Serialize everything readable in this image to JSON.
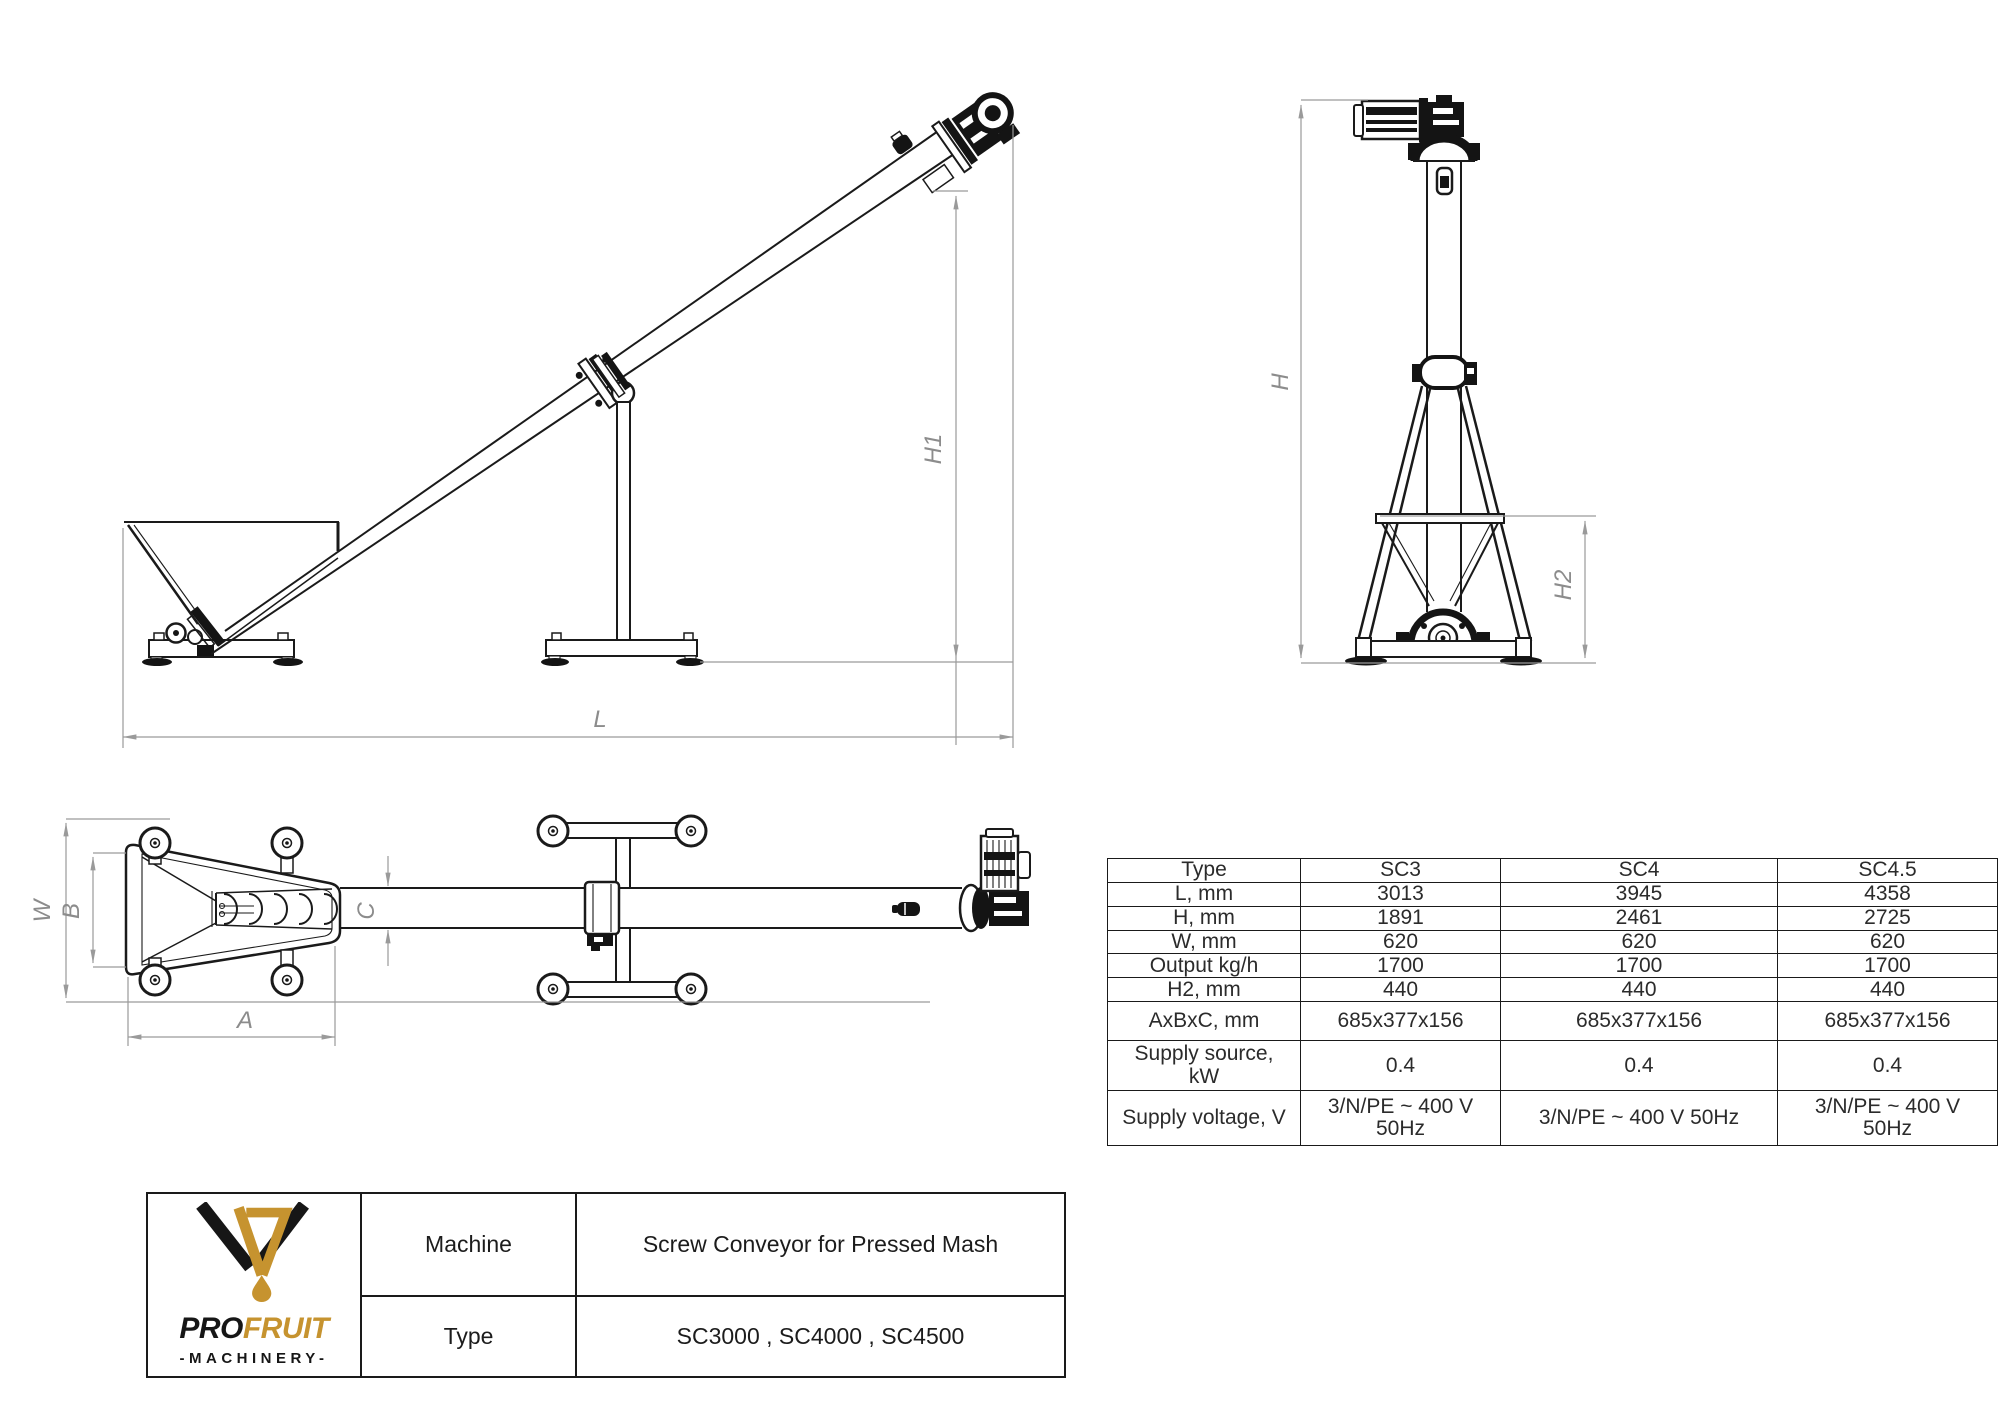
{
  "dims": {
    "L": "L",
    "H1": "H1",
    "H": "H",
    "H2": "H2",
    "W": "W",
    "B": "B",
    "C": "C",
    "A": "A"
  },
  "spec_table": {
    "header": {
      "label": "Type",
      "models": [
        "SC3",
        "SC4",
        "SC4.5"
      ]
    },
    "rows": [
      {
        "label": "L, mm",
        "values": [
          "3013",
          "3945",
          "4358"
        ]
      },
      {
        "label": "H, mm",
        "values": [
          "1891",
          "2461",
          "2725"
        ]
      },
      {
        "label": "W, mm",
        "values": [
          "620",
          "620",
          "620"
        ]
      },
      {
        "label": "Output kg/h",
        "values": [
          "1700",
          "1700",
          "1700"
        ]
      },
      {
        "label": "H2, mm",
        "values": [
          "440",
          "440",
          "440"
        ]
      },
      {
        "label": "AxBxC, mm",
        "values": [
          "685x377x156",
          "685x377x156",
          "685x377x156"
        ]
      },
      {
        "label": "Supply source,\nkW",
        "values": [
          "0.4",
          "0.4",
          "0.4"
        ]
      },
      {
        "label": "Supply voltage, V",
        "values": [
          "3/N/PE ~ 400 V\n50Hz",
          "3/N/PE ~ 400 V 50Hz",
          "3/N/PE ~ 400 V\n50Hz"
        ]
      }
    ]
  },
  "title_block": {
    "machine_label": "Machine",
    "machine_value": "Screw Conveyor for Pressed Mash",
    "type_label": "Type",
    "type_value": "SC3000 , SC4000 , SC4500"
  },
  "logo": {
    "brand_pro": "PRO",
    "brand_fruit": "FRUIT",
    "brand_machinery": "-MACHINERY-"
  },
  "colors": {
    "drawing_line": "#1a1a1a",
    "dimension_gray": "#9a9a9a",
    "brand_gold": "#c6932f",
    "brand_black": "#161616"
  }
}
